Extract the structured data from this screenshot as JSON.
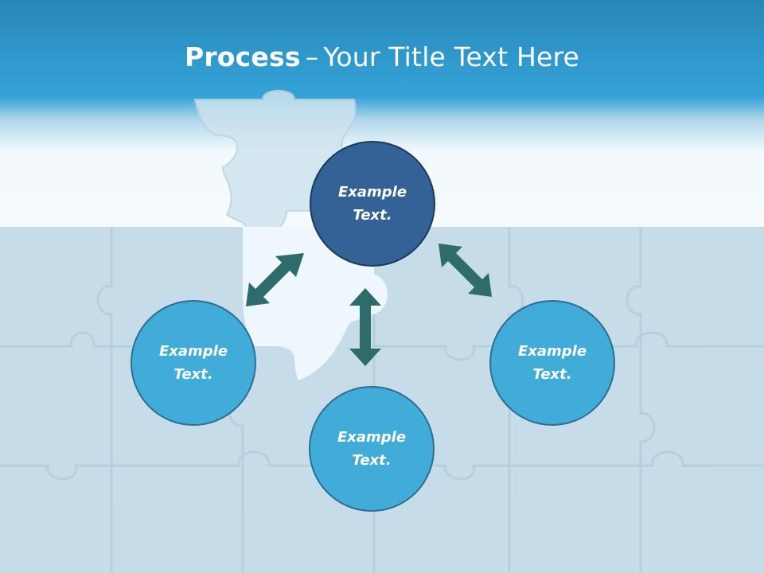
{
  "slide": {
    "title_bold": "Process",
    "title_dash": "–",
    "title_rest": "Your Title Text Here"
  },
  "nodes": {
    "top": {
      "line1": "Example",
      "line2": "Text."
    },
    "left": {
      "line1": "Example",
      "line2": "Text."
    },
    "right": {
      "line1": "Example",
      "line2": "Text."
    },
    "bottom": {
      "line1": "Example",
      "line2": "Text."
    }
  },
  "colors": {
    "header": "#2e95c9",
    "top_circle": "#346196",
    "side_circles": "#42acd9",
    "arrows": "#2e6b6b",
    "puzzle": "#c6dde9"
  },
  "icons": {
    "arrow_style": "double-headed-arrow"
  }
}
